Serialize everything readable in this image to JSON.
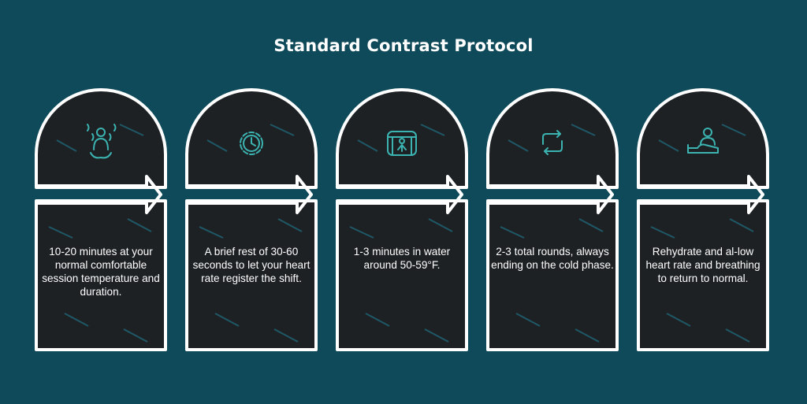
{
  "title": "Standard Contrast Protocol",
  "colors": {
    "background": "#0f4a5a",
    "card": "#1e2124",
    "outline": "#ffffff",
    "accent": "#3bb3b0",
    "texture": "#1f5f6f"
  },
  "steps": [
    {
      "icon": "sauna-person-icon",
      "text": "10-20 minutes at your normal comfortable session temperature and duration."
    },
    {
      "icon": "timer-icon",
      "text": "A brief rest of 30-60 seconds to let your heart rate register the shift."
    },
    {
      "icon": "cold-plunge-tub-icon",
      "text": "1-3 minutes in water around 50-59°F."
    },
    {
      "icon": "repeat-cycle-icon",
      "text": "2-3 total rounds, always ending on the cold phase."
    },
    {
      "icon": "resting-person-icon",
      "text": "Rehydrate and al-low heart rate and breathing to return to normal."
    }
  ]
}
